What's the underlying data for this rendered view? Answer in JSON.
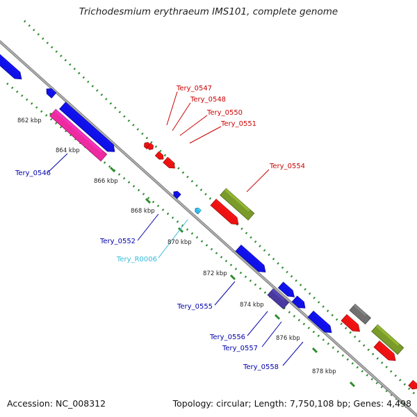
{
  "title": "Trichodesmium erythraeum IMS101, complete genome",
  "footer": {
    "accession": "Accession: NC_008312",
    "summary": "Topology: circular; Length: 7,750,108 bp; Genes: 4,498"
  },
  "colors": {
    "backbone": "#8a8a8a",
    "tick_dots": "#2e8b2e",
    "tick_label": "#222222",
    "forward_label": "#cc0000",
    "reverse_label": "#0000aa",
    "rna_label": "#33bbdd"
  },
  "ticks": [
    "862 kbp",
    "864 kbp",
    "866 kbp",
    "868 kbp",
    "870 kbp",
    "872 kbp",
    "874 kbp",
    "876 kbp",
    "878 kbp"
  ],
  "gene_labels": [
    {
      "id": "Tery_0547",
      "strand": "forward"
    },
    {
      "id": "Tery_0548",
      "strand": "forward"
    },
    {
      "id": "Tery_0550",
      "strand": "forward"
    },
    {
      "id": "Tery_0551",
      "strand": "forward"
    },
    {
      "id": "Tery_0554",
      "strand": "forward"
    },
    {
      "id": "Tery_0546",
      "strand": "reverse"
    },
    {
      "id": "Tery_0552",
      "strand": "reverse"
    },
    {
      "id": "Tery_R0006",
      "strand": "reverse"
    },
    {
      "id": "Tery_0555",
      "strand": "reverse"
    },
    {
      "id": "Tery_0556",
      "strand": "reverse"
    },
    {
      "id": "Tery_0557",
      "strand": "reverse"
    },
    {
      "id": "Tery_0558",
      "strand": "reverse"
    }
  ],
  "features": [
    {
      "name": "feature-blue-topleft",
      "color": "#1010e8"
    },
    {
      "name": "feature-blue-small",
      "color": "#1010e8"
    },
    {
      "name": "feature-blue-long",
      "color": "#1010e8"
    },
    {
      "name": "feature-pink-long",
      "color": "#ee2aa0"
    },
    {
      "name": "feature-red-tiny-1",
      "color": "#ee1111"
    },
    {
      "name": "feature-red-tiny-2",
      "color": "#ee1111"
    },
    {
      "name": "feature-red-tiny-3",
      "color": "#ee1111"
    },
    {
      "name": "feature-red-tiny-4",
      "color": "#ee1111"
    },
    {
      "name": "feature-blue-tiny",
      "color": "#1010e8"
    },
    {
      "name": "feature-cyan-rna",
      "color": "#33bbee"
    },
    {
      "name": "feature-olive",
      "color": "#7a9a2a"
    },
    {
      "name": "feature-red-mid",
      "color": "#ee1111"
    },
    {
      "name": "feature-blue-mid",
      "color": "#1010e8"
    },
    {
      "name": "feature-navy",
      "color": "#4a3aa0"
    },
    {
      "name": "feature-blue-small-2",
      "color": "#1010e8"
    },
    {
      "name": "feature-blue-small-3",
      "color": "#1010e8"
    },
    {
      "name": "feature-blue-right",
      "color": "#1010e8"
    },
    {
      "name": "feature-gray",
      "color": "#707070"
    },
    {
      "name": "feature-olive-right",
      "color": "#7a9a2a"
    },
    {
      "name": "feature-red-right-1",
      "color": "#ee1111"
    },
    {
      "name": "feature-red-right-2",
      "color": "#ee1111"
    },
    {
      "name": "feature-red-right-3",
      "color": "#ee1111"
    }
  ]
}
